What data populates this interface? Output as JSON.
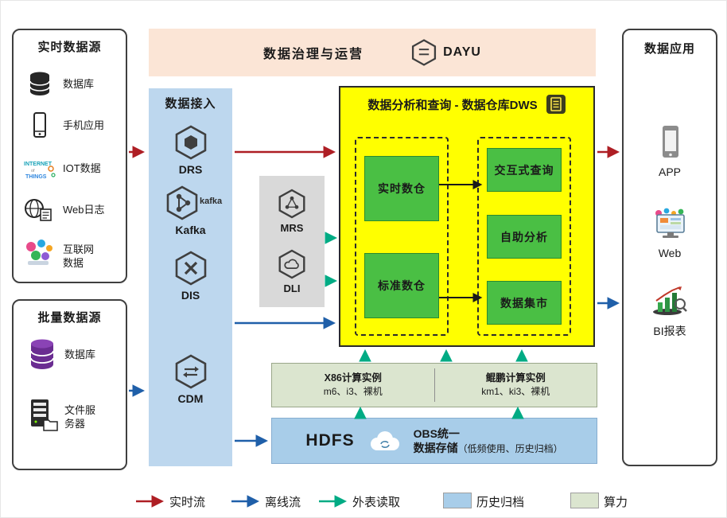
{
  "governance": {
    "title": "数据治理与运营",
    "product": "DAYU"
  },
  "realtime_sources": {
    "title": "实时数据源",
    "items": [
      {
        "label": "数据库",
        "icon": "database-icon"
      },
      {
        "label": "手机应用",
        "icon": "phone-icon"
      },
      {
        "label": "IOT数据",
        "icon": "iot-icon"
      },
      {
        "label": "Web日志",
        "icon": "weblog-globe-icon"
      },
      {
        "label": "互联网数据",
        "icon": "internet-data-icon"
      }
    ]
  },
  "batch_sources": {
    "title": "批量数据源",
    "items": [
      {
        "label": "数据库",
        "icon": "database-purple-icon"
      },
      {
        "label": "文件服务器",
        "icon": "file-server-icon"
      }
    ]
  },
  "ingestion": {
    "title": "数据接入",
    "services": [
      {
        "label": "DRS",
        "icon": "drs-hexagon-icon"
      },
      {
        "label": "Kafka",
        "icon": "kafka-hexagon-icon",
        "logo_text": "kafka"
      },
      {
        "label": "DIS",
        "icon": "dis-hexagon-icon"
      },
      {
        "label": "CDM",
        "icon": "cdm-hexagon-icon"
      }
    ]
  },
  "engines": {
    "services": [
      {
        "label": "MRS",
        "icon": "mrs-hexagon-icon"
      },
      {
        "label": "DLI",
        "icon": "dli-hexagon-icon"
      }
    ]
  },
  "dws": {
    "title": "数据分析和查询 - 数据仓库DWS",
    "warehouses": [
      "实时数仓",
      "标准数仓"
    ],
    "services": [
      "交互式查询",
      "自助分析",
      "数据集市"
    ]
  },
  "compute": {
    "x86": {
      "title": "X86计算实例",
      "instances": "m6、i3、裸机"
    },
    "kunpeng": {
      "title": "鲲鹏计算实例",
      "instances": "km1、ki3、裸机"
    }
  },
  "storage": {
    "hdfs": "HDFS",
    "obs_line1": "OBS统一",
    "obs_line2": "数据存储",
    "obs_note": "（低频使用、历史归档）"
  },
  "applications": {
    "title": "数据应用",
    "items": [
      {
        "label": "APP",
        "icon": "app-phone-icon"
      },
      {
        "label": "Web",
        "icon": "web-monitor-icon"
      },
      {
        "label": "BI报表",
        "icon": "bi-report-icon"
      }
    ]
  },
  "legend": {
    "items": [
      {
        "label": "实时流",
        "type": "arrow",
        "color": "#ae1e24"
      },
      {
        "label": "离线流",
        "type": "arrow",
        "color": "#1f5fa9"
      },
      {
        "label": "外表读取",
        "type": "arrow",
        "color": "#00ab84"
      },
      {
        "label": "历史归档",
        "type": "swatch",
        "color": "#a8cde9"
      },
      {
        "label": "算力",
        "type": "swatch",
        "color": "#dbe5cf"
      }
    ]
  },
  "colors": {
    "dws_bg": "#ffff00",
    "module_green": "#4abf44",
    "ingestion_bg": "#bdd7ee",
    "engine_bg": "#d9d9d9",
    "governance_bg": "#fbe5d6",
    "compute_bg": "#dbe5cf",
    "storage_bg": "#a8cde9"
  }
}
